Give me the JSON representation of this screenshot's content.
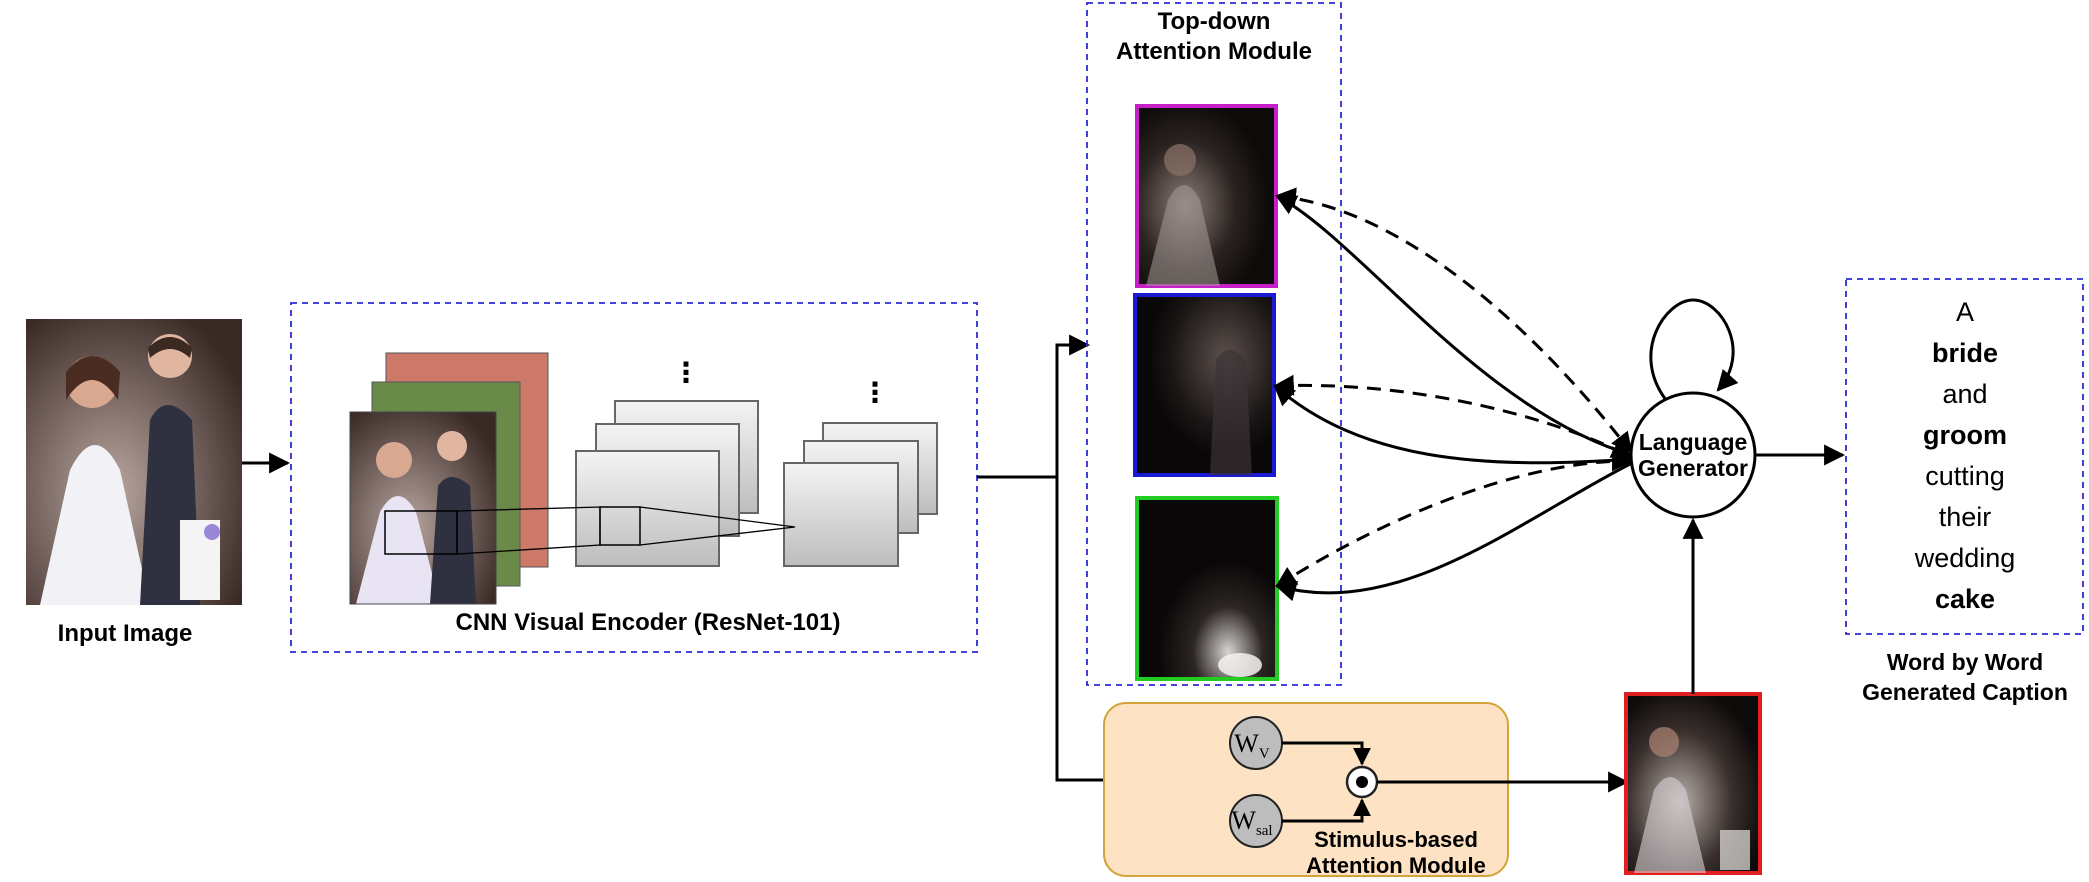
{
  "labels": {
    "input_image": "Input Image",
    "cnn_encoder": "CNN Visual Encoder (ResNet-101)",
    "top_down_line1": "Top-down",
    "top_down_line2": "Attention Module",
    "language_line1": "Language",
    "language_line2": "Generator",
    "stimulus_line1": "Stimulus-based",
    "stimulus_line2": "Attention Module",
    "caption_line1": "Word by Word",
    "caption_line2": "Generated Caption",
    "weight_v_base": "W",
    "weight_v_sub": "V",
    "weight_sal_base": "W",
    "weight_sal_sub": "sal",
    "ellipsis": "⋮"
  },
  "caption_words": [
    {
      "text": "A",
      "color": "#000000",
      "bold": false
    },
    {
      "text": "bride",
      "color": "#c81ec8",
      "bold": true
    },
    {
      "text": "and",
      "color": "#000000",
      "bold": false
    },
    {
      "text": "groom",
      "color": "#1a1ad2",
      "bold": true
    },
    {
      "text": "cutting",
      "color": "#000000",
      "bold": false
    },
    {
      "text": "their",
      "color": "#000000",
      "bold": false
    },
    {
      "text": "wedding",
      "color": "#000000",
      "bold": false
    },
    {
      "text": "cake",
      "color": "#22e022",
      "bold": true
    }
  ],
  "colors": {
    "module_border": "#2b2bd6",
    "attention_map_1": "#c81ec8",
    "attention_map_2": "#1a1ad2",
    "attention_map_3": "#22cc22",
    "saliency_map": "#e02020",
    "stimulus_fill": "#fde3c4",
    "stimulus_border": "#d4a43a"
  }
}
